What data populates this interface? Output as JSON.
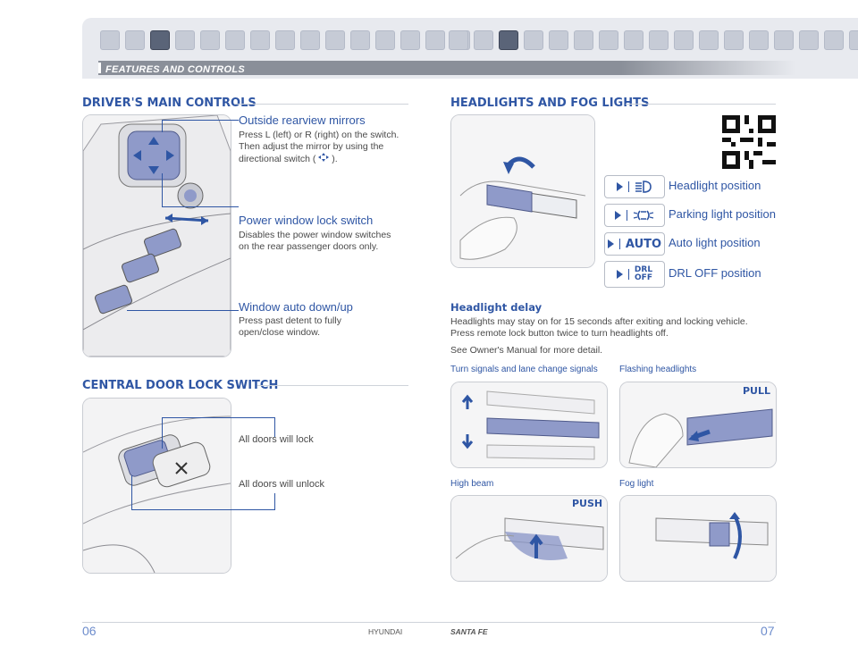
{
  "header": {
    "section_label": "FEATURES AND CONTROLS",
    "left_icons": [
      "icon-1",
      "icon-2",
      "icon-3-selected",
      "icon-4",
      "icon-5",
      "icon-6",
      "icon-7",
      "icon-8",
      "icon-9",
      "icon-10",
      "icon-11",
      "icon-12",
      "icon-13",
      "icon-14",
      "icon-15"
    ],
    "right_icons": [
      "icon-1",
      "icon-2",
      "icon-3-selected",
      "icon-4",
      "icon-5",
      "icon-6",
      "icon-7",
      "icon-8",
      "icon-9",
      "icon-10",
      "icon-11",
      "icon-12",
      "icon-13",
      "icon-14",
      "icon-15",
      "icon-16",
      "icon-17"
    ]
  },
  "left": {
    "drivers_main_controls": {
      "title": "DRIVER'S MAIN CONTROLS",
      "mirrors": {
        "label": "Outside rearview mirrors",
        "desc1": "Press L (left) or R (right) on the switch.",
        "desc2": "Then adjust the mirror by using the",
        "desc3_a": "directional switch (",
        "desc3_b": ")."
      },
      "window_lock": {
        "label": "Power window lock switch",
        "desc1": "Disables the power window switches",
        "desc2": "on the rear passenger doors only."
      },
      "auto_down": {
        "label": "Window auto down/up",
        "desc1": "Press past detent to fully",
        "desc2": "open/close window."
      }
    },
    "central_door_lock": {
      "title": "CENTRAL DOOR LOCK SWITCH",
      "lock": "All doors will lock",
      "unlock": "All doors will unlock"
    }
  },
  "right": {
    "headlights": {
      "title": "HEADLIGHTS AND FOG LIGHTS",
      "positions": [
        {
          "icon": "headlight-icon",
          "label": "Headlight position"
        },
        {
          "icon": "parking-light-icon",
          "label": "Parking light position"
        },
        {
          "icon_text": "AUTO",
          "label": "Auto light position"
        },
        {
          "icon_text1": "DRL",
          "icon_text2": "OFF",
          "label": "DRL OFF position"
        }
      ],
      "delay": {
        "title": "Headlight delay",
        "line1": "Headlights may stay on for 15 seconds after exiting and locking vehicle.",
        "line2": "Press remote lock button twice to turn headlights off.",
        "line3": "See Owner's Manual for more detail."
      },
      "captions": {
        "turn": "Turn signals and lane change signals",
        "flash": "Flashing headlights",
        "high": "High beam",
        "fog": "Fog light"
      },
      "pull": "PULL",
      "push": "PUSH"
    }
  },
  "footer": {
    "left_page": "06",
    "right_page": "07",
    "brand": "HYUNDAI",
    "model": "SANTA FE"
  },
  "colors": {
    "accent": "#2f56a4",
    "switch_blue": "#8f9ac9"
  }
}
